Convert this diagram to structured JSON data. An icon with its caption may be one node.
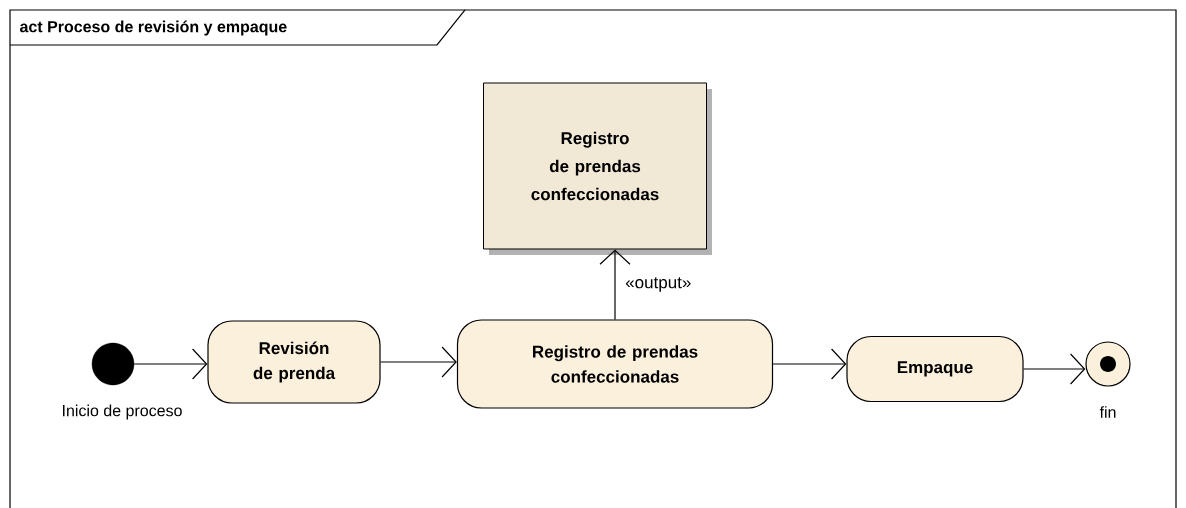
{
  "diagram": {
    "title": "act Proceso de revisión y empaque",
    "nodes": [
      {
        "text": [],
        "shape": "circle",
        "beside": [
          "Inicio de proceso"
        ]
      },
      {
        "text": [
          "Revisión de prenda"
        ]
      },
      {
        "text": [
          "Registro de prendas confeccionadas"
        ]
      },
      {
        "text": [
          "Empaque"
        ]
      },
      {
        "text": [],
        "shape": "circle",
        "beside": [
          "fin"
        ]
      },
      {
        "text": [
          "Registro de prendas confeccionadas"
        ]
      }
    ],
    "edges": [
      {
        "from": 0,
        "to": 1,
        "arrow": "to"
      },
      {
        "from": 1,
        "to": 2,
        "arrow": "to"
      },
      {
        "from": 2,
        "to": 5,
        "arrow": "to",
        "label": "«output»"
      },
      {
        "from": 2,
        "to": 3,
        "arrow": "to"
      },
      {
        "from": 3,
        "to": 4,
        "arrow": "to"
      }
    ]
  }
}
